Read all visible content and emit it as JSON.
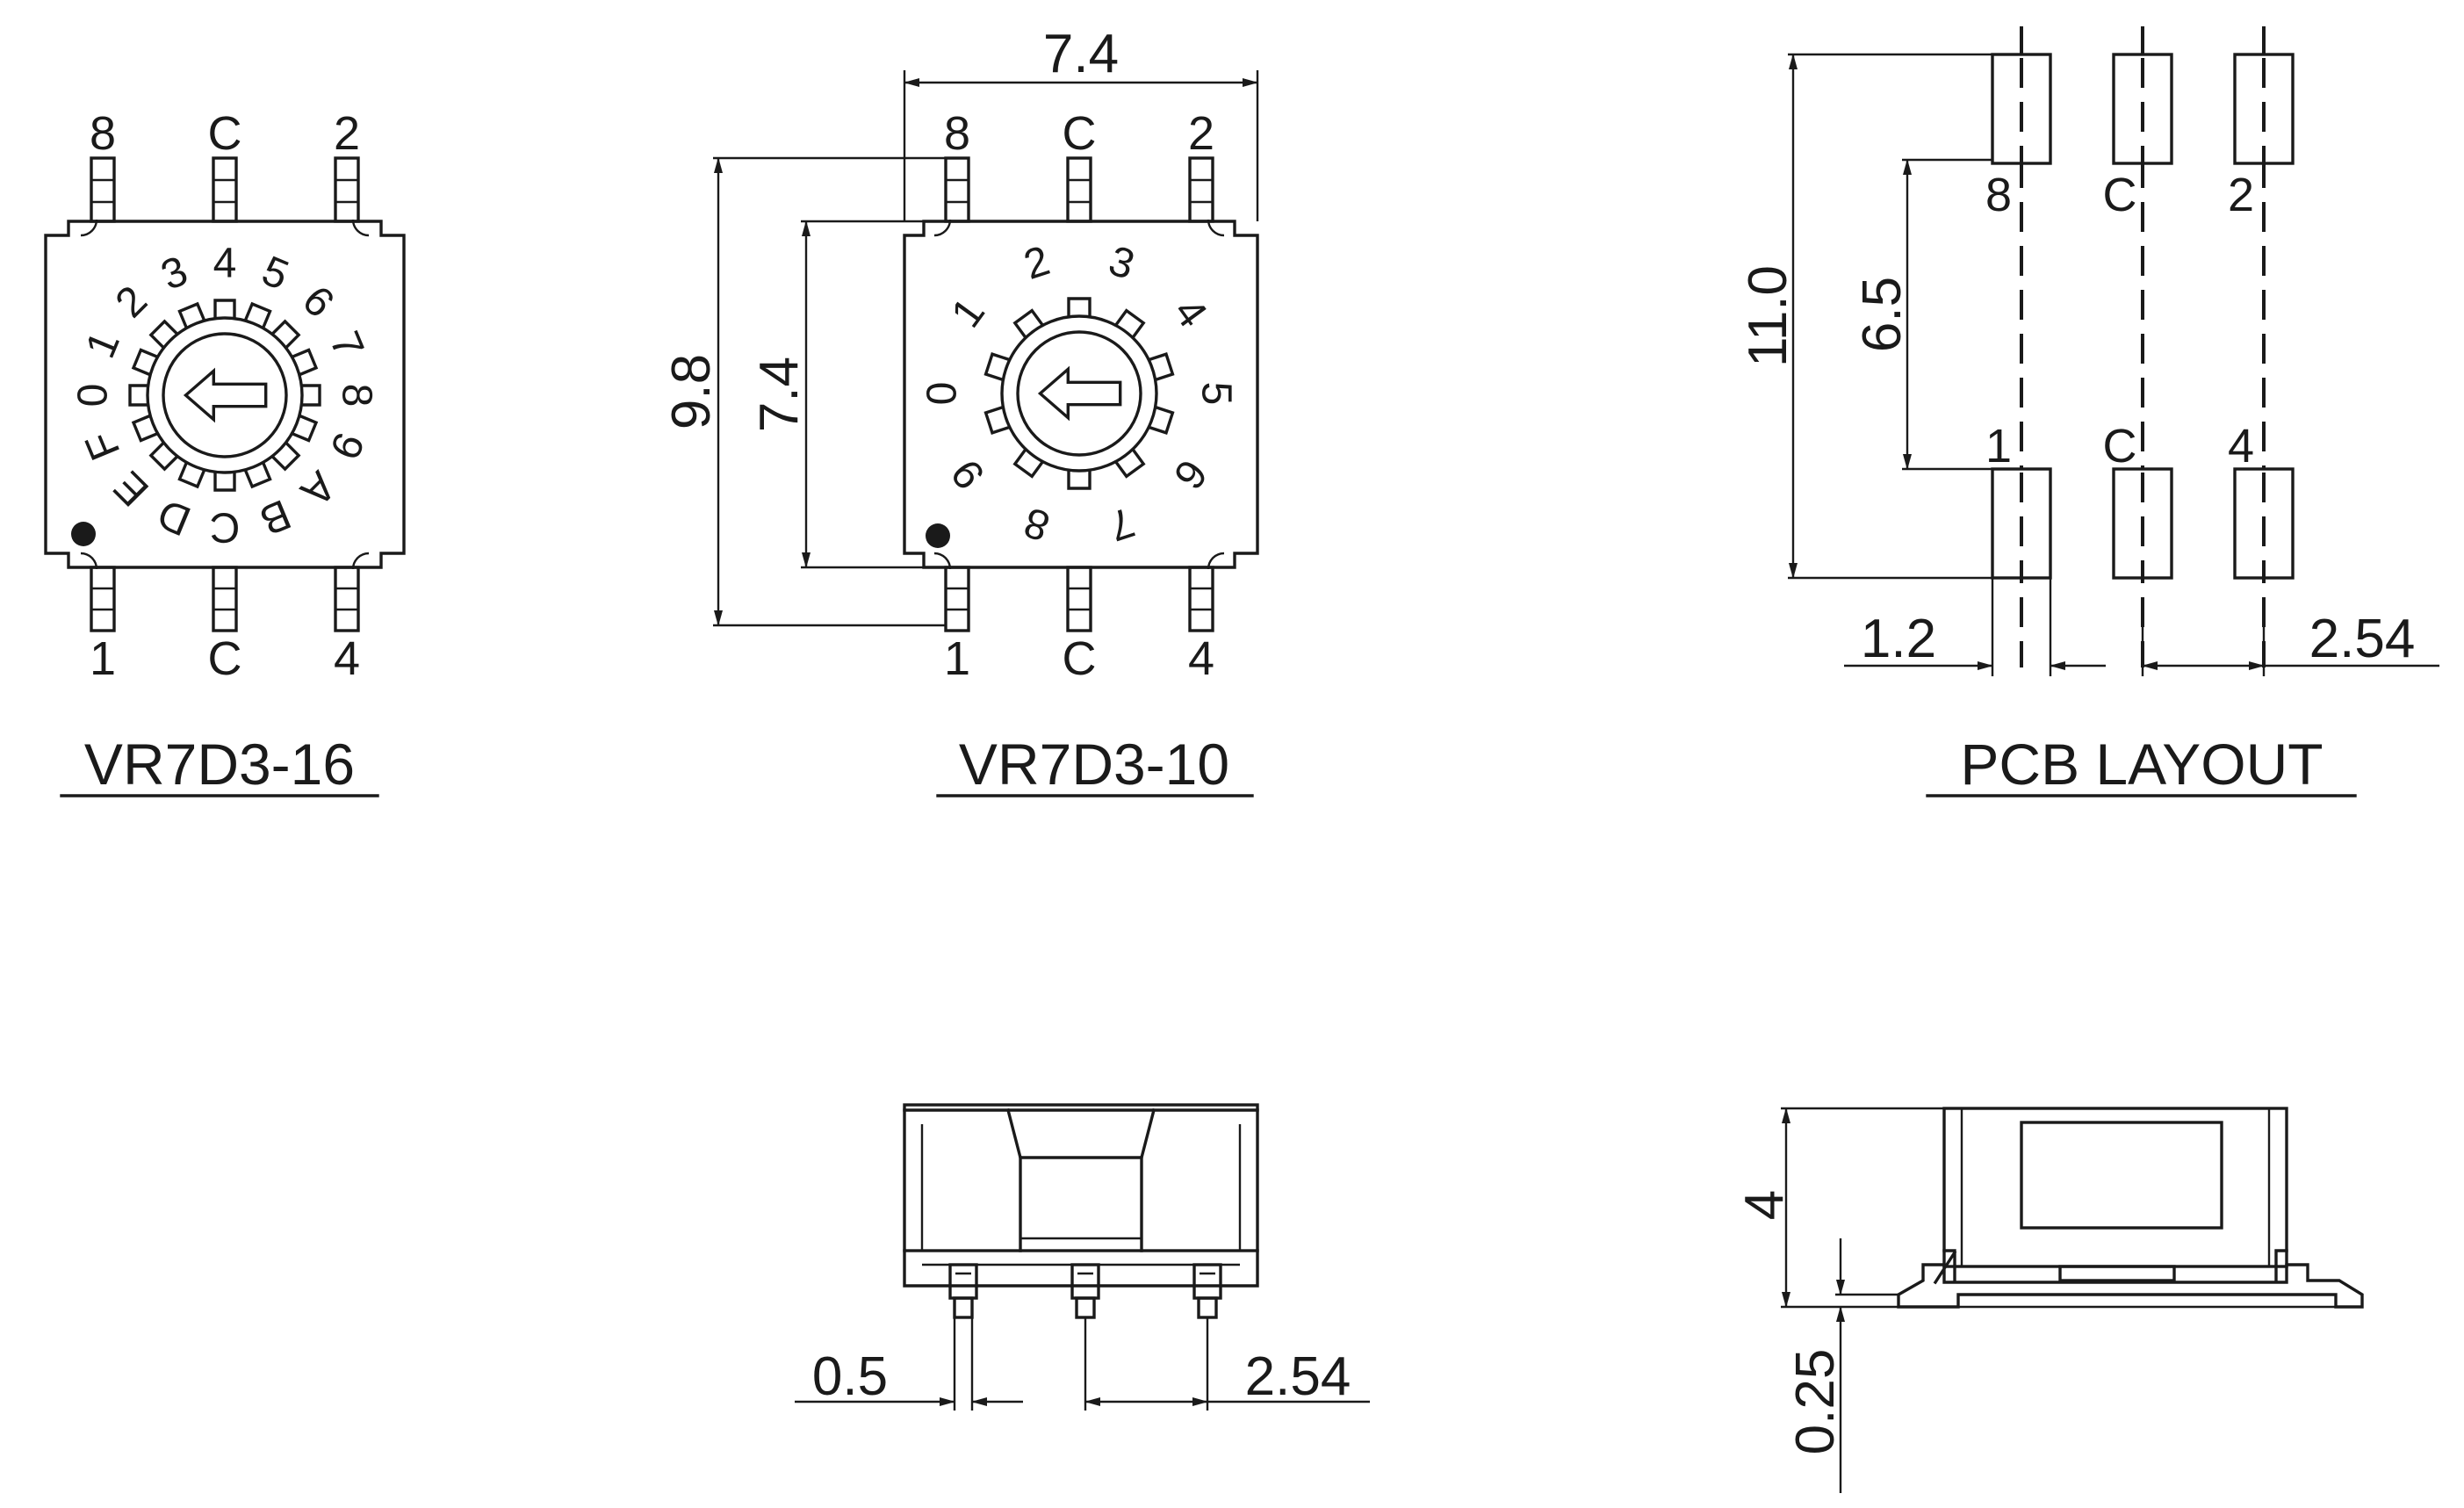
{
  "vr16": {
    "title": "VR7D3-16",
    "pins_top": [
      "8",
      "C",
      "2"
    ],
    "pins_bottom": [
      "1",
      "C",
      "4"
    ],
    "dial": [
      "0",
      "1",
      "2",
      "3",
      "4",
      "5",
      "6",
      "7",
      "8",
      "9",
      "A",
      "B",
      "C",
      "D",
      "E",
      "F"
    ]
  },
  "vr10": {
    "title": "VR7D3-10",
    "pins_top": [
      "8",
      "C",
      "2"
    ],
    "pins_bottom": [
      "1",
      "C",
      "4"
    ],
    "dial": [
      "0",
      "1",
      "2",
      "3",
      "4",
      "5",
      "6",
      "7",
      "8",
      "9"
    ],
    "dim_width": "7.4",
    "dim_height_outer": "9.8",
    "dim_height_inner": "7.4"
  },
  "pcb": {
    "title": "PCB LAYOUT",
    "pins_top": [
      "8",
      "C",
      "2"
    ],
    "pins_bottom": [
      "1",
      "C",
      "4"
    ],
    "dim_height": "11.0",
    "dim_pitch_vertical": "6.5",
    "dim_pad_width": "1.2",
    "dim_pitch": "2.54"
  },
  "front_view": {
    "dim_pin_width": "0.5",
    "dim_pitch": "2.54"
  },
  "side_view": {
    "dim_height": "4",
    "dim_lead_thickness": "0.25"
  }
}
